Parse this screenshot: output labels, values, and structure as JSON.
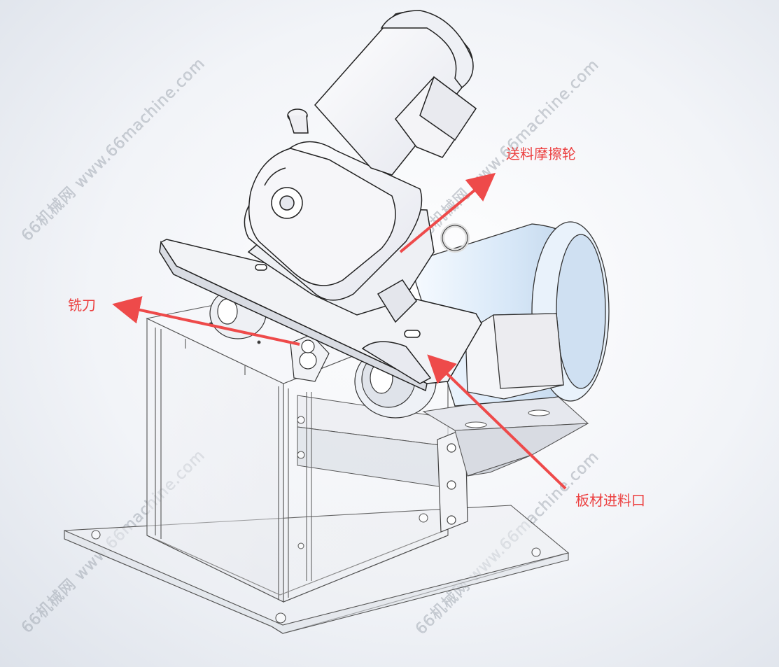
{
  "watermark": "66机械网 www.66machine.com",
  "callouts": {
    "feed_wheel": "送料摩擦轮",
    "milling_cutter": "铣刀",
    "sheet_inlet": "板材进料口"
  },
  "colors": {
    "callout": "#ec4040",
    "arrow": "#ee4a4a",
    "motor_blue": "#d6e6f7",
    "outline": "#2a2a2a"
  }
}
